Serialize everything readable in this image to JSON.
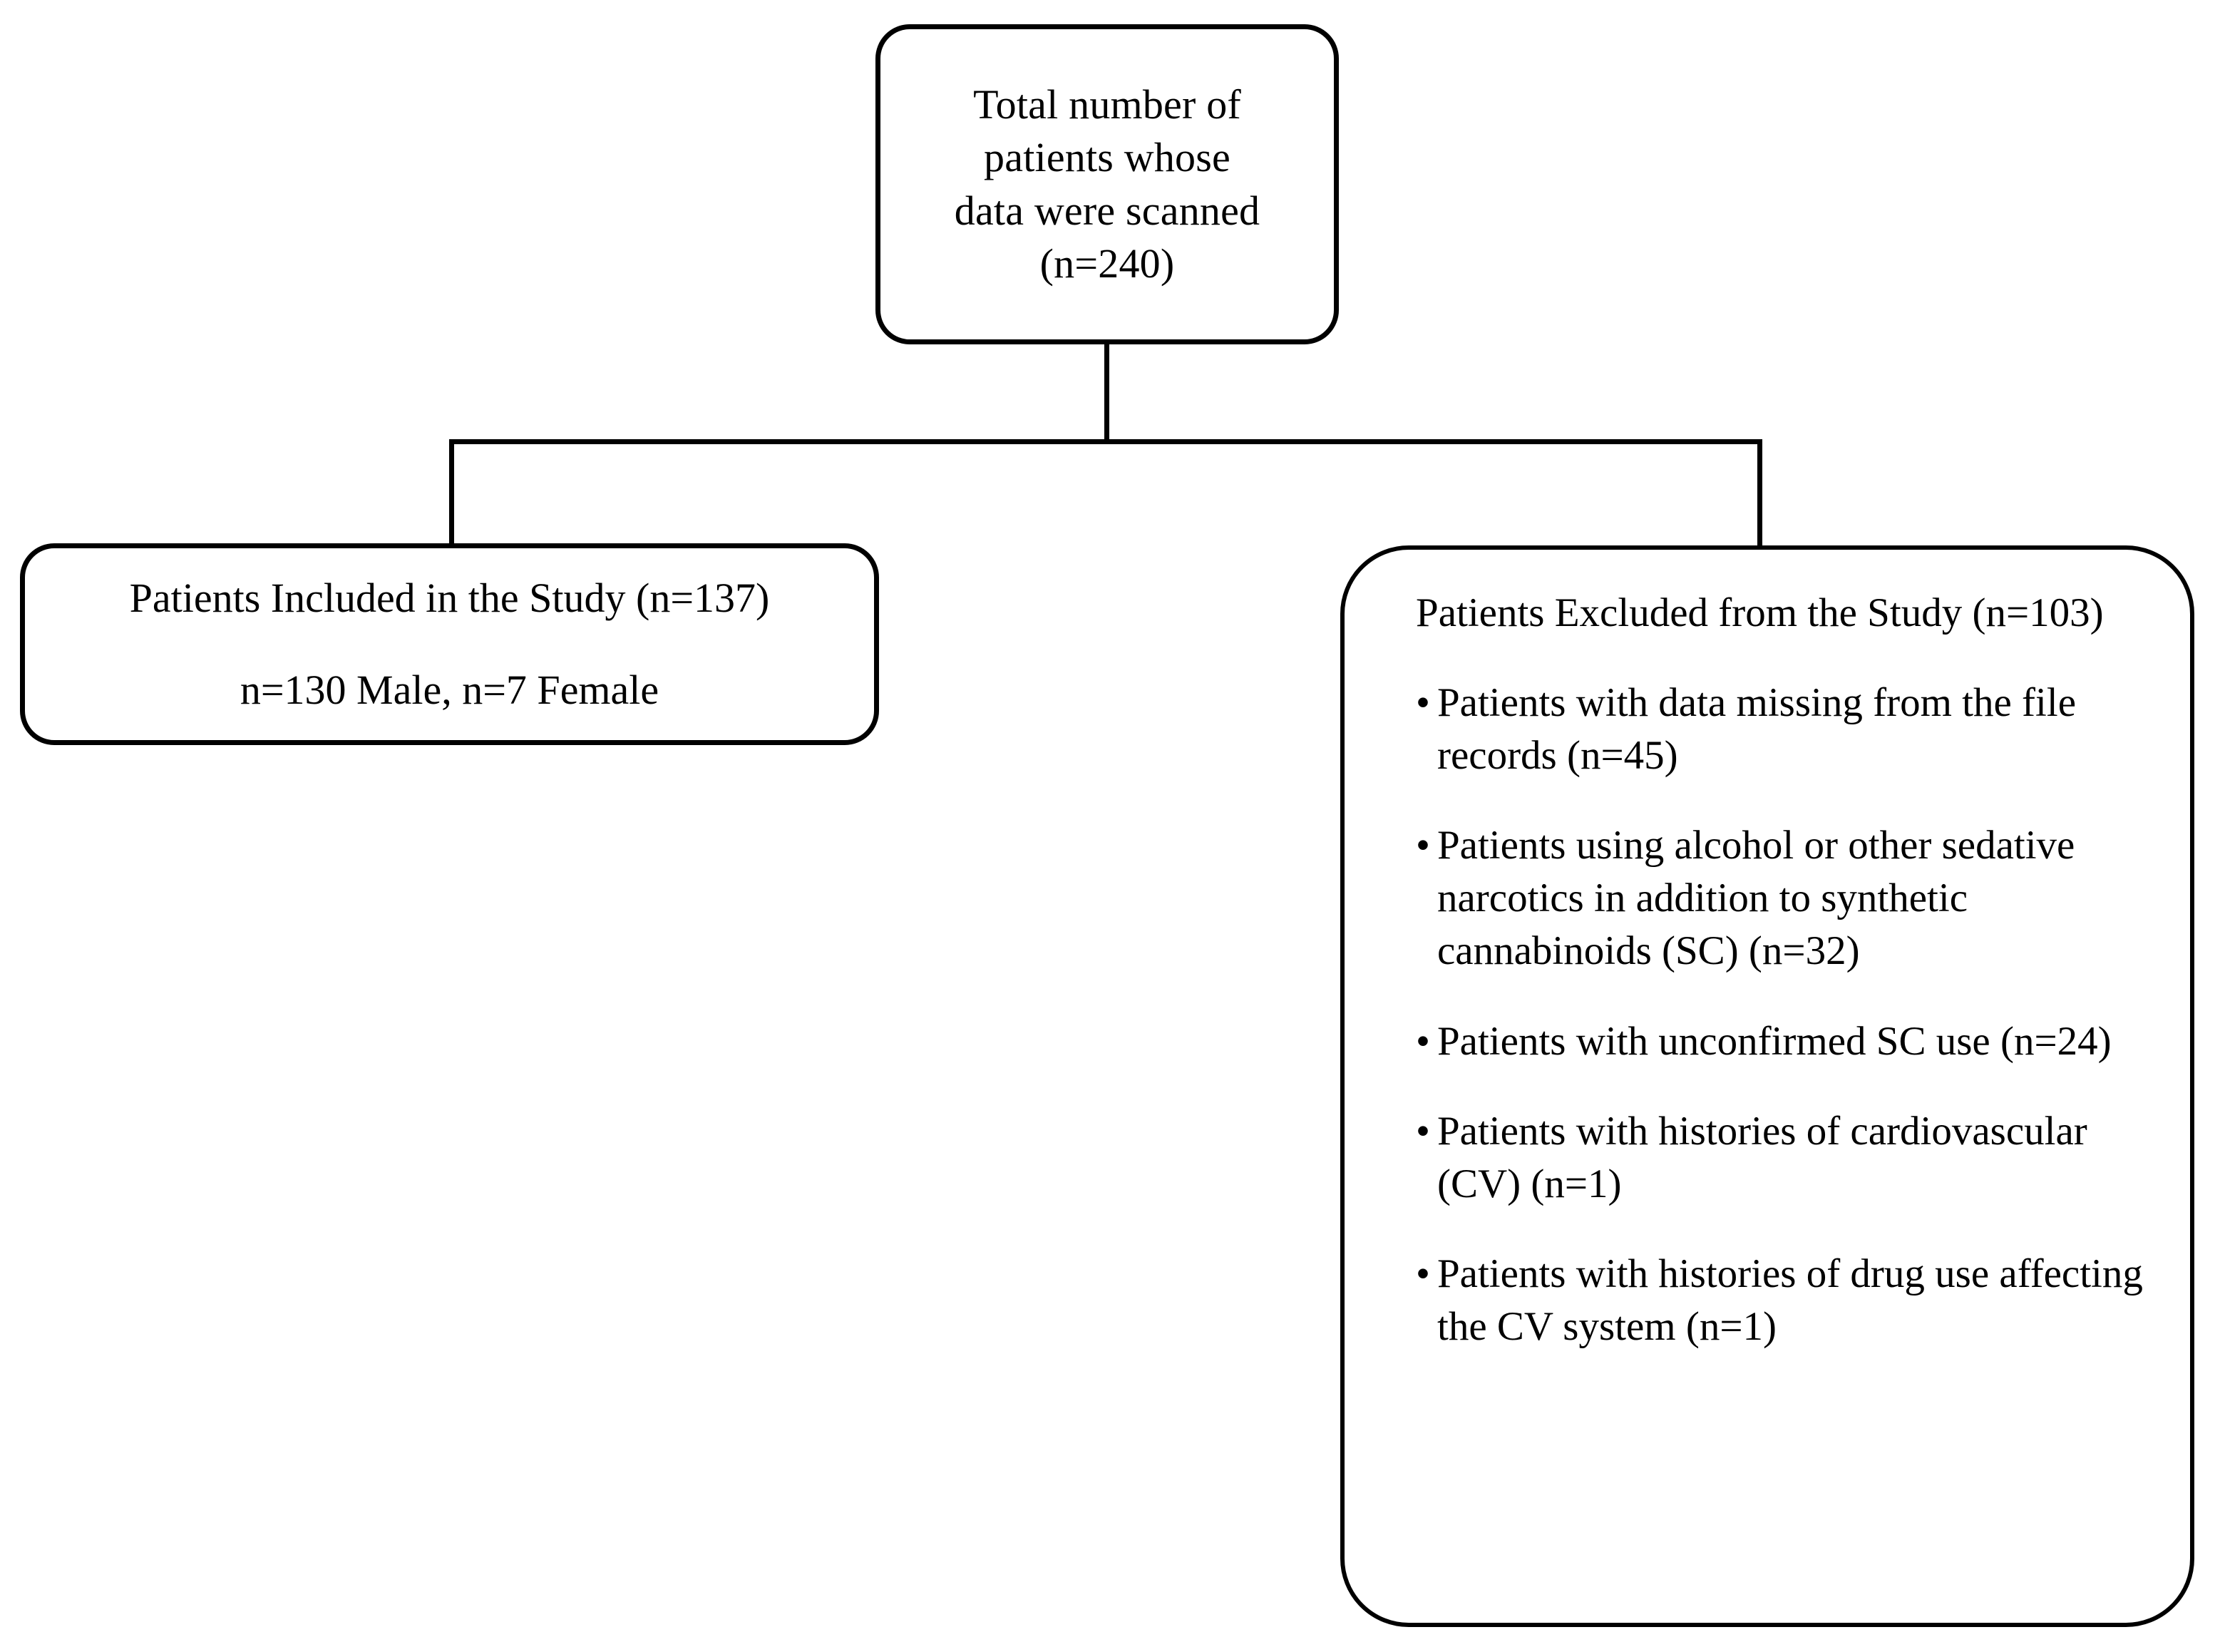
{
  "figure": {
    "type": "flowchart",
    "orientation": "top-down",
    "nodes": {
      "total": {
        "lines": [
          "Total number of",
          "patients whose",
          "data were scanned",
          "(n=240)"
        ],
        "count_label": "(n=240)",
        "count": 240
      },
      "included": {
        "line1": "Patients Included in the Study (n=137)",
        "line2": "n=130 Male, n=7 Female",
        "count": 137,
        "male": 130,
        "female": 7
      },
      "excluded": {
        "heading": "Patients Excluded from the Study (n=103)",
        "count": 103,
        "bullet_glyph": "•",
        "reasons": [
          {
            "text": "Patients with data missing from the file records  (n=45)",
            "count": 45
          },
          {
            "text": "Patients using alcohol or other sedative narcotics  in addition to synthetic cannabinoids (SC) (n=32)",
            "count": 32
          },
          {
            "text": "Patients with unconfirmed SC use (n=24)",
            "count": 24
          },
          {
            "text": "Patients with histories of cardiovascular (CV) (n=1)",
            "count": 1
          },
          {
            "text": "Patients with histories of drug use affecting the CV system  (n=1)",
            "count": 1
          }
        ]
      }
    },
    "colors": {
      "stroke": "#000000",
      "fill": "#ffffff",
      "text": "#000000"
    }
  }
}
